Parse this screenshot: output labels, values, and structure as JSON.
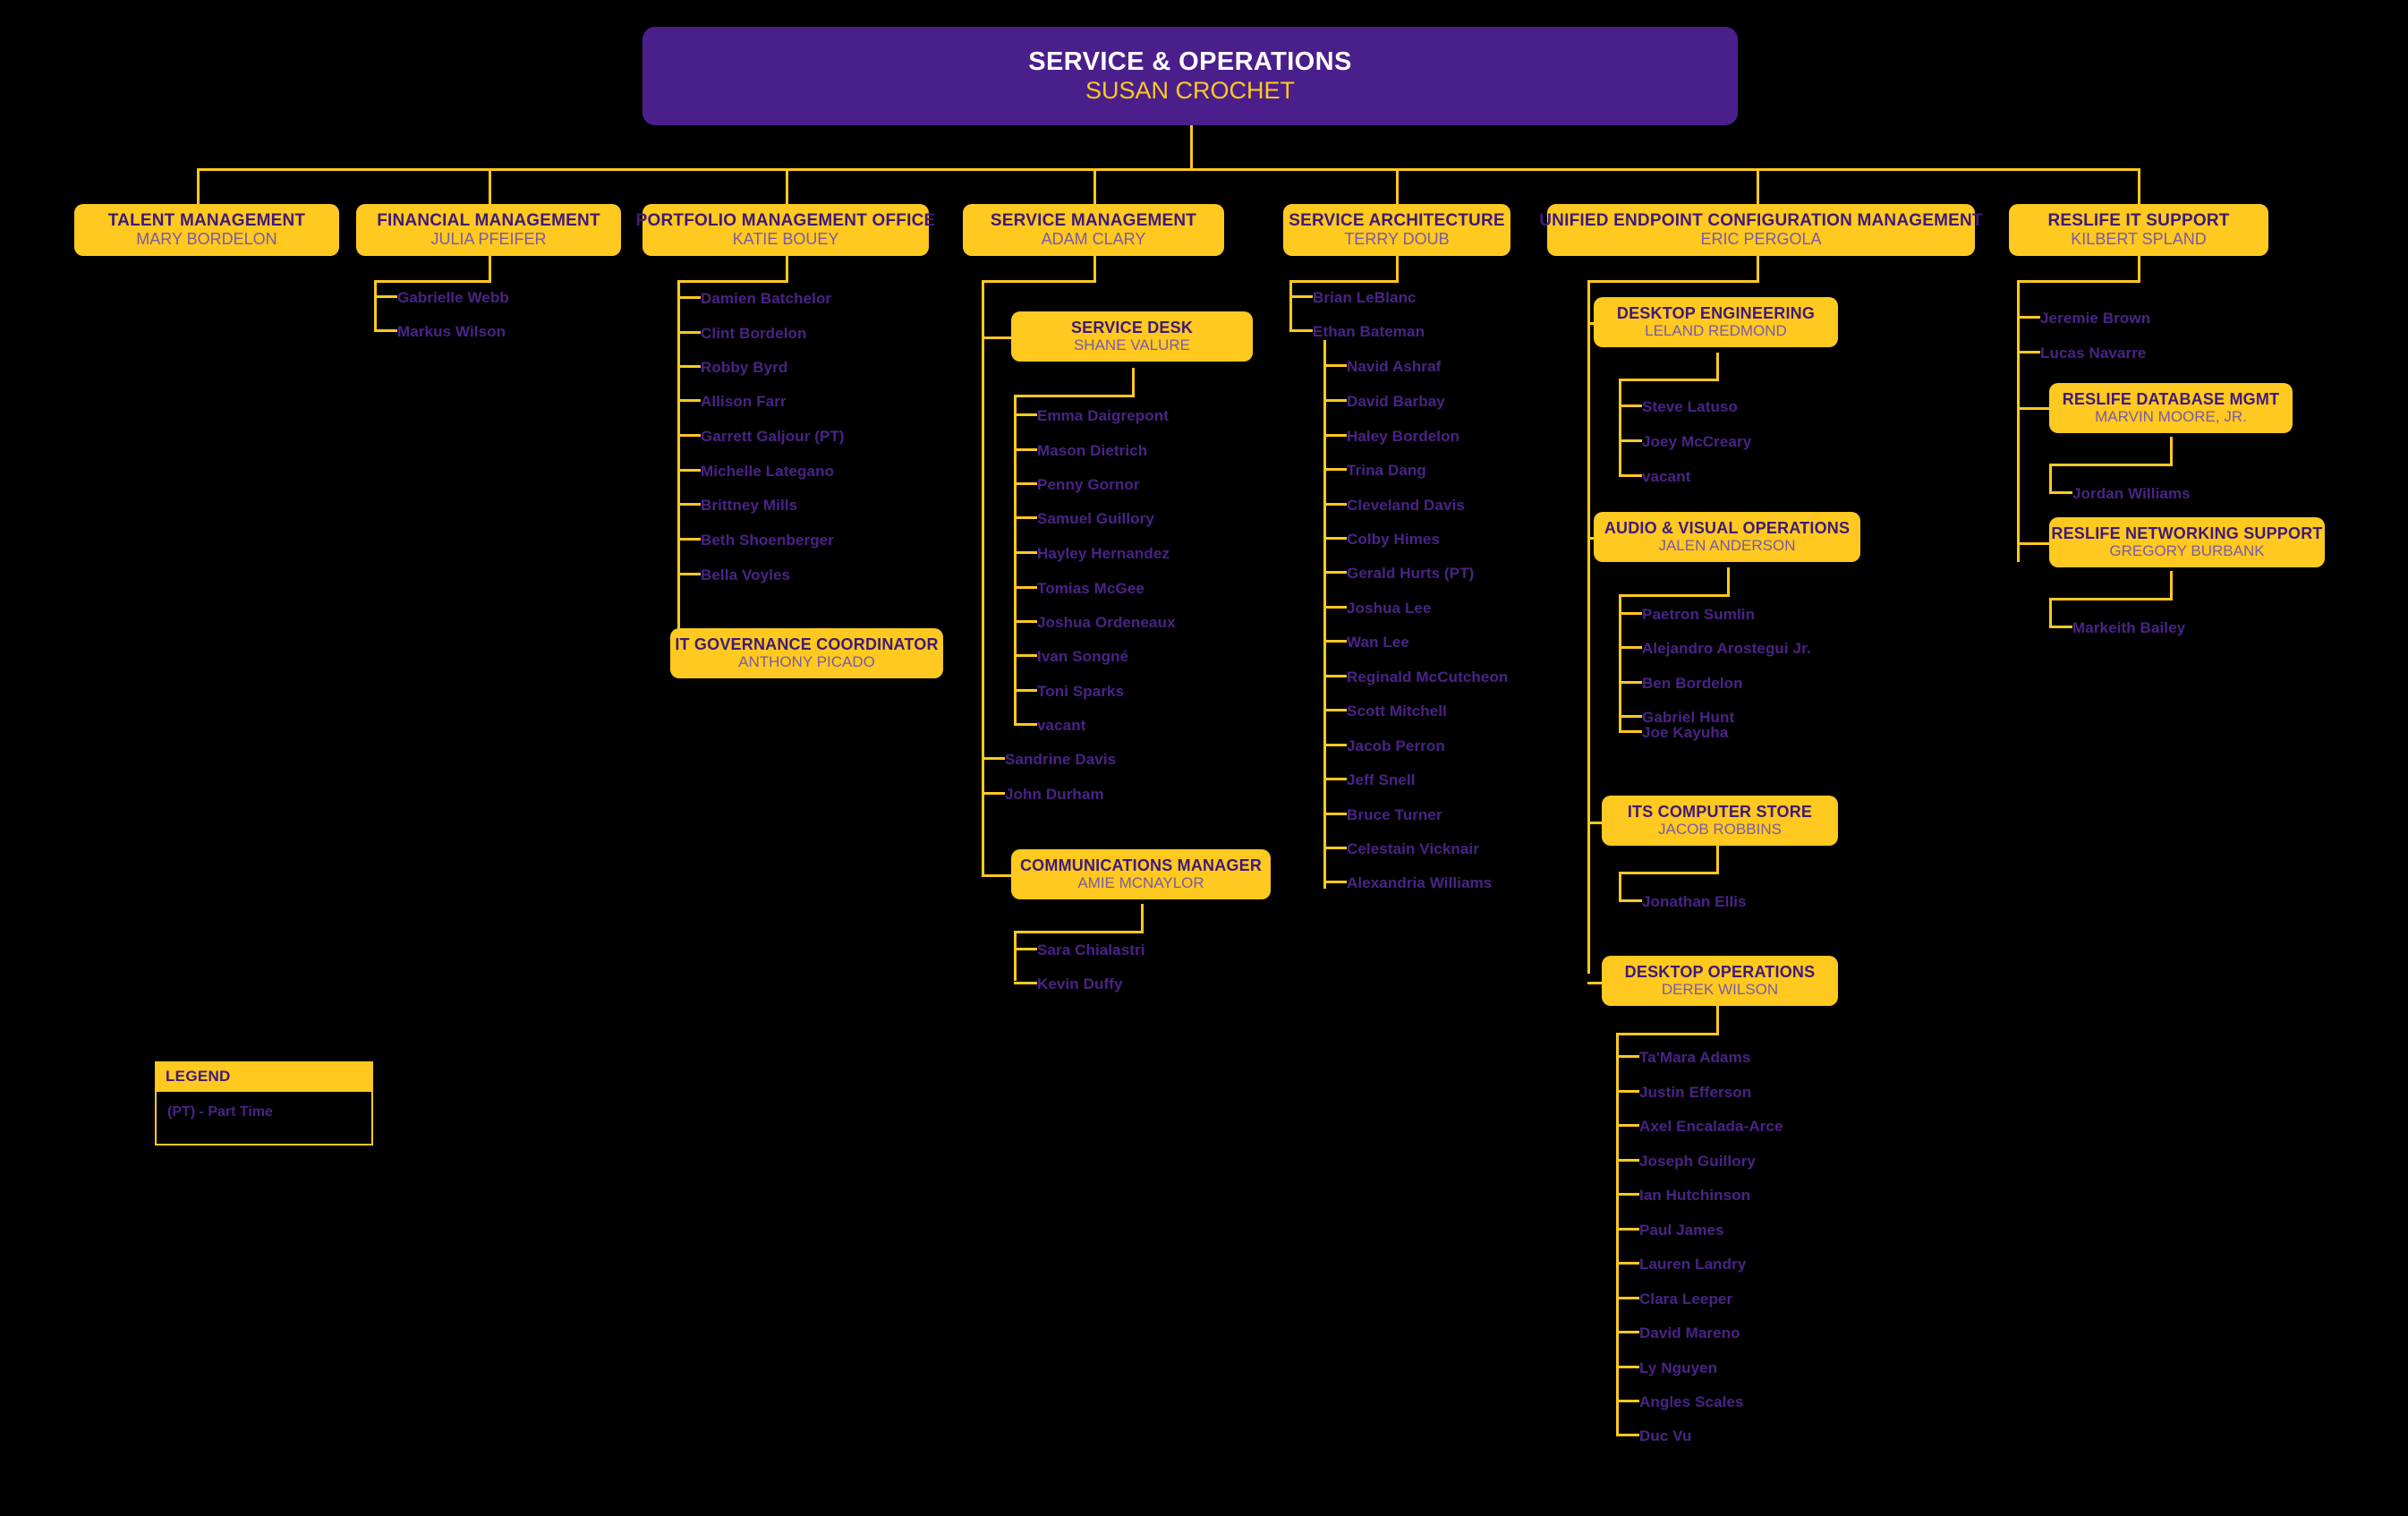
{
  "chart_title": "SERVICE & OPERATIONS",
  "colors": {
    "background": "#000000",
    "box_fill": "#FFC91F",
    "root_fill": "#4A1F8C",
    "title_text": "#3F1A78",
    "name_text": "#7B5AA6",
    "person_text": "#4A2387",
    "root_title_text": "#FFFFFF",
    "root_name_text": "#FFC91F",
    "connector": "#FFC91F"
  },
  "root": {
    "title": "SERVICE & OPERATIONS",
    "name": "SUSAN CROCHET"
  },
  "legend": {
    "header": "LEGEND",
    "entry": "(PT) - Part Time"
  },
  "units": {
    "talent_management": {
      "title": "TALENT MANAGEMENT",
      "name": "MARY BORDELON"
    },
    "financial_management": {
      "title": "FINANCIAL MANAGEMENT",
      "name": "JULIA PFEIFER"
    },
    "pmo": {
      "title": "PORTFOLIO MANAGEMENT OFFICE",
      "name": "KATIE BOUEY"
    },
    "it_governance": {
      "title": "IT GOVERNANCE COORDINATOR",
      "name": "ANTHONY PICADO"
    },
    "service_management": {
      "title": "SERVICE MANAGEMENT",
      "name": "ADAM CLARY"
    },
    "service_desk": {
      "title": "SERVICE DESK",
      "name": "SHANE VALURE"
    },
    "communications_manager": {
      "title": "COMMUNICATIONS MANAGER",
      "name": "AMIE MCNAYLOR"
    },
    "service_architecture": {
      "title": "SERVICE ARCHITECTURE",
      "name": "TERRY DOUB"
    },
    "uecm": {
      "title": "UNIFIED ENDPOINT CONFIGURATION MANAGEMENT",
      "name": "ERIC PERGOLA"
    },
    "desktop_engineering": {
      "title": "DESKTOP ENGINEERING",
      "name": "LELAND REDMOND"
    },
    "av_operations": {
      "title": "AUDIO & VISUAL OPERATIONS",
      "name": "JALEN ANDERSON"
    },
    "its_computer_store": {
      "title": "ITS COMPUTER STORE",
      "name": "JACOB ROBBINS"
    },
    "desktop_operations": {
      "title": "DESKTOP OPERATIONS",
      "name": "DEREK WILSON"
    },
    "reslife_it_support": {
      "title": "RESLIFE IT SUPPORT",
      "name": "KILBERT SPLAND"
    },
    "reslife_database": {
      "title": "RESLIFE DATABASE MGMT",
      "name": "MARVIN MOORE, JR."
    },
    "reslife_networking": {
      "title": "RESLIFE NETWORKING SUPPORT",
      "name": "GREGORY BURBANK"
    }
  },
  "staff": {
    "financial_management": [
      "Gabrielle Webb",
      "Markus Wilson"
    ],
    "pmo": [
      "Damien Batchelor",
      "Clint Bordelon",
      "Robby Byrd",
      "Allison Farr",
      "Garrett Galjour (PT)",
      "Michelle Lategano",
      "Brittney Mills",
      "Beth Shoenberger",
      "Bella Voyles"
    ],
    "service_desk": [
      "Emma Daigrepont",
      "Mason Dietrich",
      "Penny Gornor",
      "Samuel Guillory",
      "Hayley Hernandez",
      "Tomias McGee",
      "Joshua Ordeneaux",
      "Ivan Songné",
      "Toni Sparks",
      "vacant"
    ],
    "service_management": [
      "Sandrine Davis",
      "John Durham"
    ],
    "communications_manager": [
      "Sara Chialastri",
      "Kevin Duffy"
    ],
    "service_architecture": [
      "Brian LeBlanc",
      "Ethan Bateman"
    ],
    "ethan_bateman": [
      "Navid Ashraf",
      "David Barbay",
      "Haley Bordelon",
      "Trina Dang",
      "Cleveland Davis",
      "Colby Himes",
      "Gerald Hurts (PT)",
      "Joshua Lee",
      "Wan Lee",
      "Reginald McCutcheon",
      "Scott Mitchell",
      "Jacob Perron",
      "Jeff Snell",
      "Bruce Turner",
      "Celestain Vicknair",
      "Alexandria Williams"
    ],
    "desktop_engineering": [
      "Steve Latuso",
      "Joey McCreary",
      "vacant"
    ],
    "av_operations": [
      "Paetron Sumlin",
      "Alejandro Arostegui Jr.",
      "Ben Bordelon",
      "Gabriel Hunt",
      "Joe Kayuha"
    ],
    "its_computer_store": [
      "Jonathan Ellis"
    ],
    "desktop_operations": [
      "Ta'Mara Adams",
      "Justin Efferson",
      "Axel Encalada-Arce",
      "Joseph Guillory",
      "Ian Hutchinson",
      "Paul James",
      "Lauren Landry",
      "Clara Leeper",
      "David Mareno",
      "Ly Nguyen",
      "Angles Scales",
      "Duc Vu"
    ],
    "reslife_it_support": [
      "Jeremie Brown",
      "Lucas Navarre"
    ],
    "reslife_database": [
      "Jordan Williams"
    ],
    "reslife_networking": [
      "Markeith Bailey"
    ]
  }
}
